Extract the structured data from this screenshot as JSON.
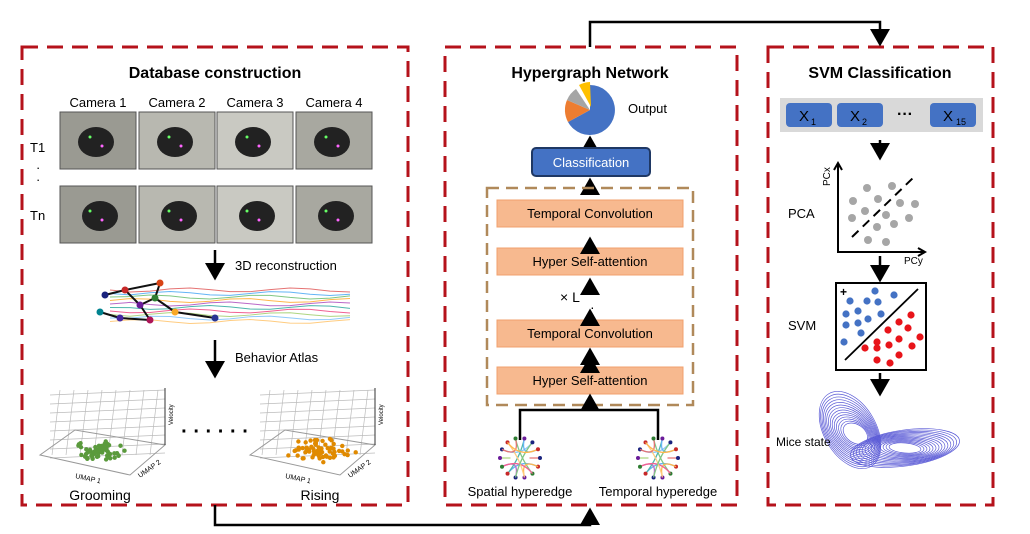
{
  "left": {
    "title": "Database construction",
    "cameras": [
      "Camera 1",
      "Camera 2",
      "Camera 3",
      "Camera 4"
    ],
    "rows": [
      "T1",
      "Tn"
    ],
    "step1": "3D reconstruction",
    "step2": "Behavior Atlas",
    "plots": [
      {
        "label": "Grooming",
        "color": "#5a9a3c",
        "axes": [
          "UMAP 1",
          "UMAP 2",
          "Velocity"
        ]
      },
      {
        "label": "Rising",
        "color": "#e08a00",
        "axes": [
          "UMAP 1",
          "UMAP 2",
          "Velocity"
        ]
      }
    ]
  },
  "middle": {
    "title": "Hypergraph Network",
    "output": "Output",
    "classification": "Classification",
    "layers": [
      "Temporal Convolution",
      "Hyper Self-attention",
      "Temporal Convolution",
      "Hyper Self-attention"
    ],
    "repeat": "× L",
    "spatial": "Spatial hyperedge",
    "temporal": "Temporal hyperedge"
  },
  "right": {
    "title": "SVM Classification",
    "features": [
      "X",
      "X",
      "X"
    ],
    "subs": [
      "1",
      "2",
      "15"
    ],
    "ellipsis": "···",
    "pca": "PCA",
    "pcx": "PCx",
    "pcy": "PCy",
    "svm": "SVM",
    "plus": "+",
    "state": "Mice state"
  },
  "colors": {
    "frame": "#b5121b",
    "inner": "#b0895a",
    "blue": "#4472c4",
    "orange": "#f7b98f"
  }
}
